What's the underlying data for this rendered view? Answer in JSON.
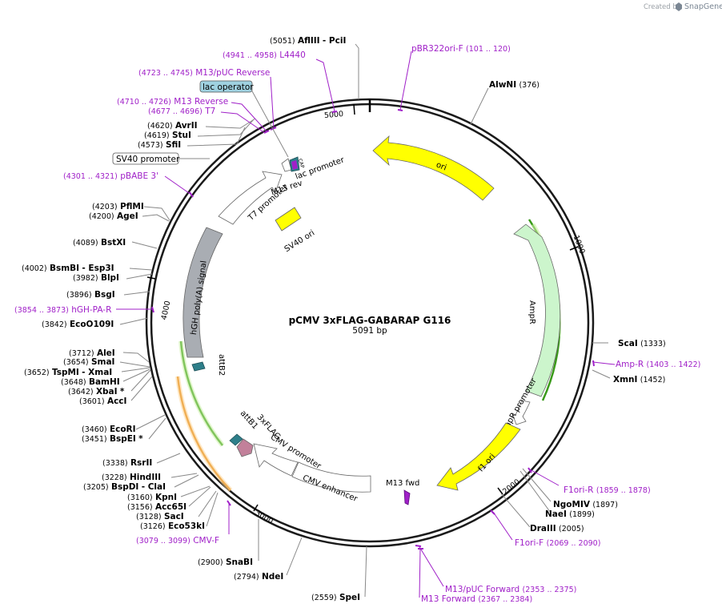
{
  "credit": {
    "created_by": "Created by",
    "brand": "SnapGene"
  },
  "plasmid": {
    "name": "pCMV 3xFLAG-GABARAP G116",
    "length": "5091 bp"
  },
  "ruler_ticks": [
    "5000",
    "1000",
    "2000",
    "3000",
    "4000"
  ],
  "enzymes": [
    {
      "pos": "(5051)",
      "name": "AflIII",
      "alt": "- PciI"
    },
    {
      "pos": "(376)",
      "name": "AlwNI",
      "alt": ""
    },
    {
      "pos": "(4620)",
      "name": "AvrII",
      "alt": ""
    },
    {
      "pos": "(4619)",
      "name": "StuI",
      "alt": ""
    },
    {
      "pos": "(4573)",
      "name": "SfiI",
      "alt": ""
    },
    {
      "pos": "(4203)",
      "name": "PflMI",
      "alt": ""
    },
    {
      "pos": "(4200)",
      "name": "AgeI",
      "alt": ""
    },
    {
      "pos": "(4089)",
      "name": "BstXI",
      "alt": ""
    },
    {
      "pos": "(4002)",
      "name": "BsmBI",
      "alt": "- Esp3I"
    },
    {
      "pos": "(3982)",
      "name": "BlpI",
      "alt": ""
    },
    {
      "pos": "(3896)",
      "name": "BsgI",
      "alt": ""
    },
    {
      "pos": "(3842)",
      "name": "EcoO109I",
      "alt": ""
    },
    {
      "pos": "(3712)",
      "name": "AleI",
      "alt": ""
    },
    {
      "pos": "(3654)",
      "name": "SmaI",
      "alt": ""
    },
    {
      "pos": "(3652)",
      "name": "TspMI",
      "alt": "- XmaI"
    },
    {
      "pos": "(3648)",
      "name": "BamHI",
      "alt": ""
    },
    {
      "pos": "(3642)",
      "name": "XbaI",
      "alt": "*"
    },
    {
      "pos": "(3601)",
      "name": "AccI",
      "alt": ""
    },
    {
      "pos": "(3460)",
      "name": "EcoRI",
      "alt": ""
    },
    {
      "pos": "(3451)",
      "name": "BspEI",
      "alt": "*"
    },
    {
      "pos": "(3338)",
      "name": "RsrII",
      "alt": ""
    },
    {
      "pos": "(3228)",
      "name": "HindIII",
      "alt": ""
    },
    {
      "pos": "(3205)",
      "name": "BspDI",
      "alt": "- ClaI"
    },
    {
      "pos": "(3160)",
      "name": "KpnI",
      "alt": ""
    },
    {
      "pos": "(3156)",
      "name": "Acc65I",
      "alt": ""
    },
    {
      "pos": "(3128)",
      "name": "SacI",
      "alt": ""
    },
    {
      "pos": "(3126)",
      "name": "Eco53kI",
      "alt": ""
    },
    {
      "pos": "(2900)",
      "name": "SnaBI",
      "alt": ""
    },
    {
      "pos": "(2794)",
      "name": "NdeI",
      "alt": ""
    },
    {
      "pos": "(2559)",
      "name": "SpeI",
      "alt": ""
    },
    {
      "pos": "(1333)",
      "name": "ScaI",
      "alt": ""
    },
    {
      "pos": "(1452)",
      "name": "XmnI",
      "alt": ""
    },
    {
      "pos": "(1897)",
      "name": "NgoMIV",
      "alt": ""
    },
    {
      "pos": "(1899)",
      "name": "NaeI",
      "alt": ""
    },
    {
      "pos": "(2005)",
      "name": "DraIII",
      "alt": ""
    }
  ],
  "primers": [
    {
      "range": "(4941 .. 4958)",
      "name": "L4440"
    },
    {
      "range": "(101 .. 120)",
      "name": "pBR322ori-F"
    },
    {
      "range": "(4723 .. 4745)",
      "name": "M13/pUC Reverse"
    },
    {
      "range": "(4710 .. 4726)",
      "name": "M13 Reverse"
    },
    {
      "range": "(4677 .. 4696)",
      "name": "T7"
    },
    {
      "range": "(4301 .. 4321)",
      "name": "pBABE 3'"
    },
    {
      "range": "(3854 .. 3873)",
      "name": "hGH-PA-R"
    },
    {
      "range": "(3079 .. 3099)",
      "name": "CMV-F"
    },
    {
      "range": "(1403 .. 1422)",
      "name": "Amp-R"
    },
    {
      "range": "(1859 .. 1878)",
      "name": "F1ori-R"
    },
    {
      "range": "(2069 .. 2090)",
      "name": "F1ori-F"
    },
    {
      "range": "(2353 .. 2375)",
      "name": "M13/pUC Forward"
    },
    {
      "range": "(2367 .. 2384)",
      "name": "M13 Forward"
    }
  ],
  "boxed_labels": {
    "lac_operator": "lac operator",
    "sv40_promoter": "SV40 promoter"
  },
  "features": {
    "ori": "ori",
    "ampr": "AmpR",
    "ampr_promoter": "AmpR promoter",
    "f1_ori": "f1 ori",
    "m13_fwd": "M13 fwd",
    "cmv_enhancer": "CMV enhancer",
    "cmv_promoter": "CMV promoter",
    "flag": "3xFLAG",
    "attb1": "attB1",
    "attb2": "attB2",
    "hgh_polya": "hGH poly(A) signal",
    "sv40_ori": "SV40 ori",
    "t7_promoter": "T7 promoter",
    "m13_rev": "M13 rev",
    "lac_promoter": "lac promoter",
    "cap": "CAP"
  },
  "colors": {
    "backbone": "#1a1a1a",
    "primer": "#a020c8",
    "ori": "#ffff00",
    "ampr": "#ccf5cc",
    "green_line": "#3a9a1a",
    "orange_line": "#e08a1a",
    "hgh": "#a9adb3",
    "attb": "#2e7f8a",
    "flag": "#c2809a",
    "lac_operator_box": "#9fd1e0"
  }
}
